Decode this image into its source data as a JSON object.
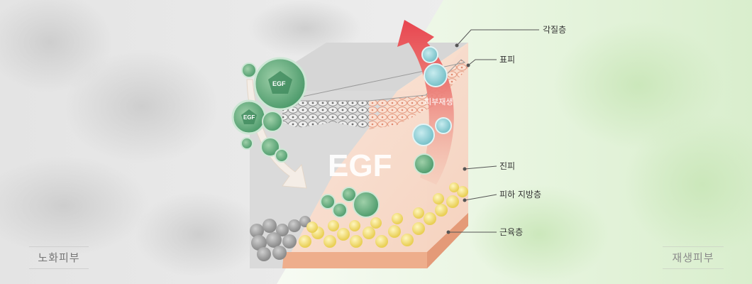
{
  "diagram": {
    "center_text": "EGF",
    "arrow_text": "피부재생",
    "molecule_labels": [
      "EGF",
      "EGF"
    ]
  },
  "labels": {
    "left_state": "노화피부",
    "right_state": "재생피부"
  },
  "callouts": [
    {
      "id": "stratum-corneum",
      "text": "각질층"
    },
    {
      "id": "epidermis",
      "text": "표피"
    },
    {
      "id": "dermis",
      "text": "진피"
    },
    {
      "id": "subcutaneous-fat",
      "text": "피하 지방층"
    },
    {
      "id": "muscle",
      "text": "근육층"
    }
  ],
  "colors": {
    "molecule_green": "#5daa7c",
    "regen_arrow": "#e8545a",
    "fat_yellow": "#f2dc6c",
    "muscle_peach": "#eeae8c",
    "healthy_bg": "#e4f3dc"
  }
}
